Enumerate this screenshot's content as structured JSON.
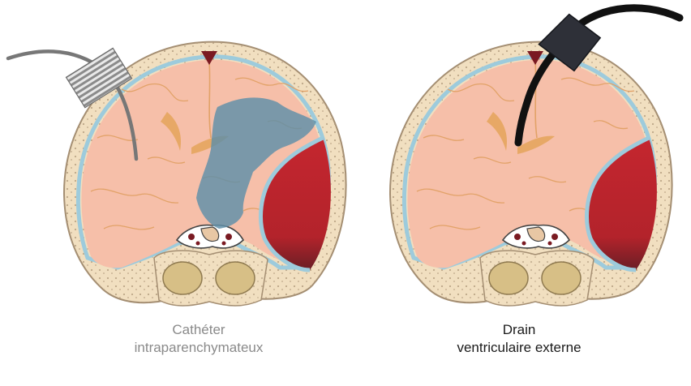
{
  "panels": [
    {
      "id": "left",
      "caption": [
        "Cathéter",
        "intraparenchymateux"
      ],
      "caption_color": "#8a8a8a"
    },
    {
      "id": "right",
      "caption": [
        "Drain",
        "ventriculaire externe"
      ],
      "caption_color": "#1a1a1a"
    }
  ],
  "colors": {
    "skull": "#f1dfc0",
    "skull_outline": "#a48e72",
    "meninges": "#9dcbdc",
    "brain": "#f6bfa9",
    "gyri_lines": "#e2a268",
    "ventricle": "#e4a35a",
    "hematoma": "#b8242c",
    "infiltration": "#5e8fa8",
    "catheter_left": "#777777",
    "drain_right": "#111111",
    "vessel": "#7a1a22",
    "sinus_bone": "#d7bf86"
  },
  "icons": {
    "catheter_head": "striped-sensor-icon",
    "drain_head": "dark-connector-icon"
  }
}
